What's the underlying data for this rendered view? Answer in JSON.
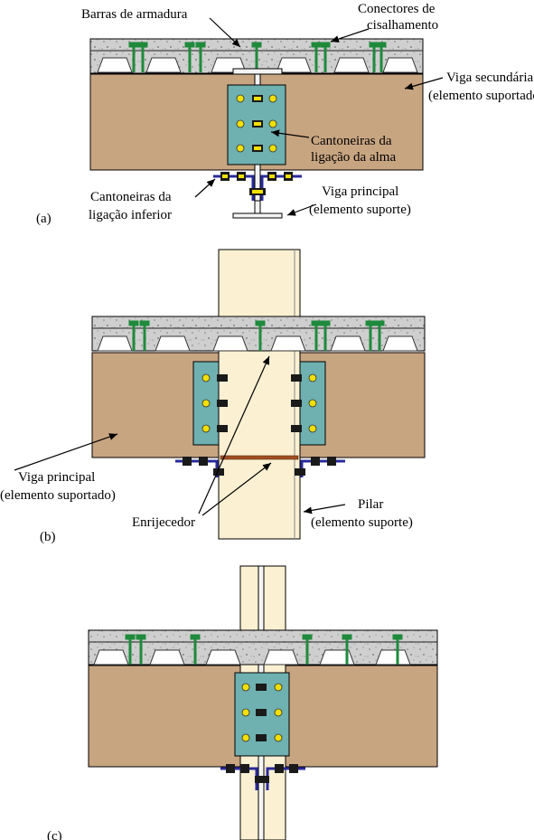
{
  "panel_a": {
    "tag": "(a)",
    "labels": {
      "rebars": "Barras de armadura",
      "connectors_1": "Conectores de",
      "connectors_2": "cisalhamento",
      "secondary_1": "Viga secundária",
      "secondary_2": "(elemento suportado)",
      "web_angles_1": "Cantoneiras da",
      "web_angles_2": "ligação da alma",
      "bottom_angles_1": "Cantoneiras da",
      "bottom_angles_2": "ligação inferior",
      "main_beam_1": "Viga principal",
      "main_beam_2": "(elemento suporte)"
    }
  },
  "panel_b": {
    "tag": "(b)",
    "labels": {
      "main_beam_1": "Viga principal",
      "main_beam_2": "(elemento suportado)",
      "stiffener": "Enrijecedor",
      "column_1": "Pilar",
      "column_2": "(elemento suporte)"
    }
  },
  "panel_c": {
    "tag": "(c)"
  },
  "colors": {
    "beam": "#c8a581",
    "slab": "#c8c8c8",
    "angle_plate": "#6fb0b0",
    "connector": "#2e9e4a",
    "bolt": "#f2e000",
    "bottom_angle": "#2a2a9a",
    "column": "#fbf0d2"
  }
}
